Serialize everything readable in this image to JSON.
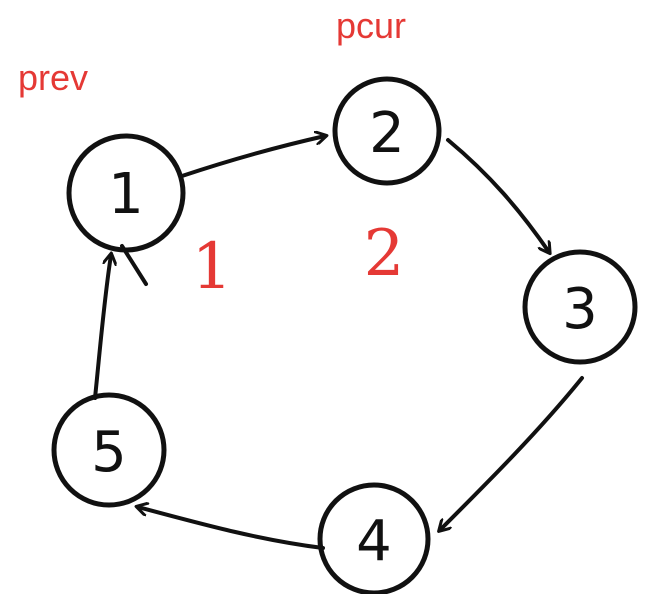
{
  "colors": {
    "ink": "#111111",
    "accent": "#e53935"
  },
  "labels": {
    "prev": "prev",
    "pcur": "pcur"
  },
  "annotations": {
    "step1": "1",
    "step2": "2"
  },
  "nodes": [
    {
      "id": "n1",
      "text": "1"
    },
    {
      "id": "n2",
      "text": "2"
    },
    {
      "id": "n3",
      "text": "3"
    },
    {
      "id": "n4",
      "text": "4"
    },
    {
      "id": "n5",
      "text": "5"
    }
  ],
  "edges": [
    {
      "from": "n1",
      "to": "n2"
    },
    {
      "from": "n2",
      "to": "n3"
    },
    {
      "from": "n3",
      "to": "n4"
    },
    {
      "from": "n4",
      "to": "n5"
    },
    {
      "from": "n5",
      "to": "n1"
    }
  ]
}
